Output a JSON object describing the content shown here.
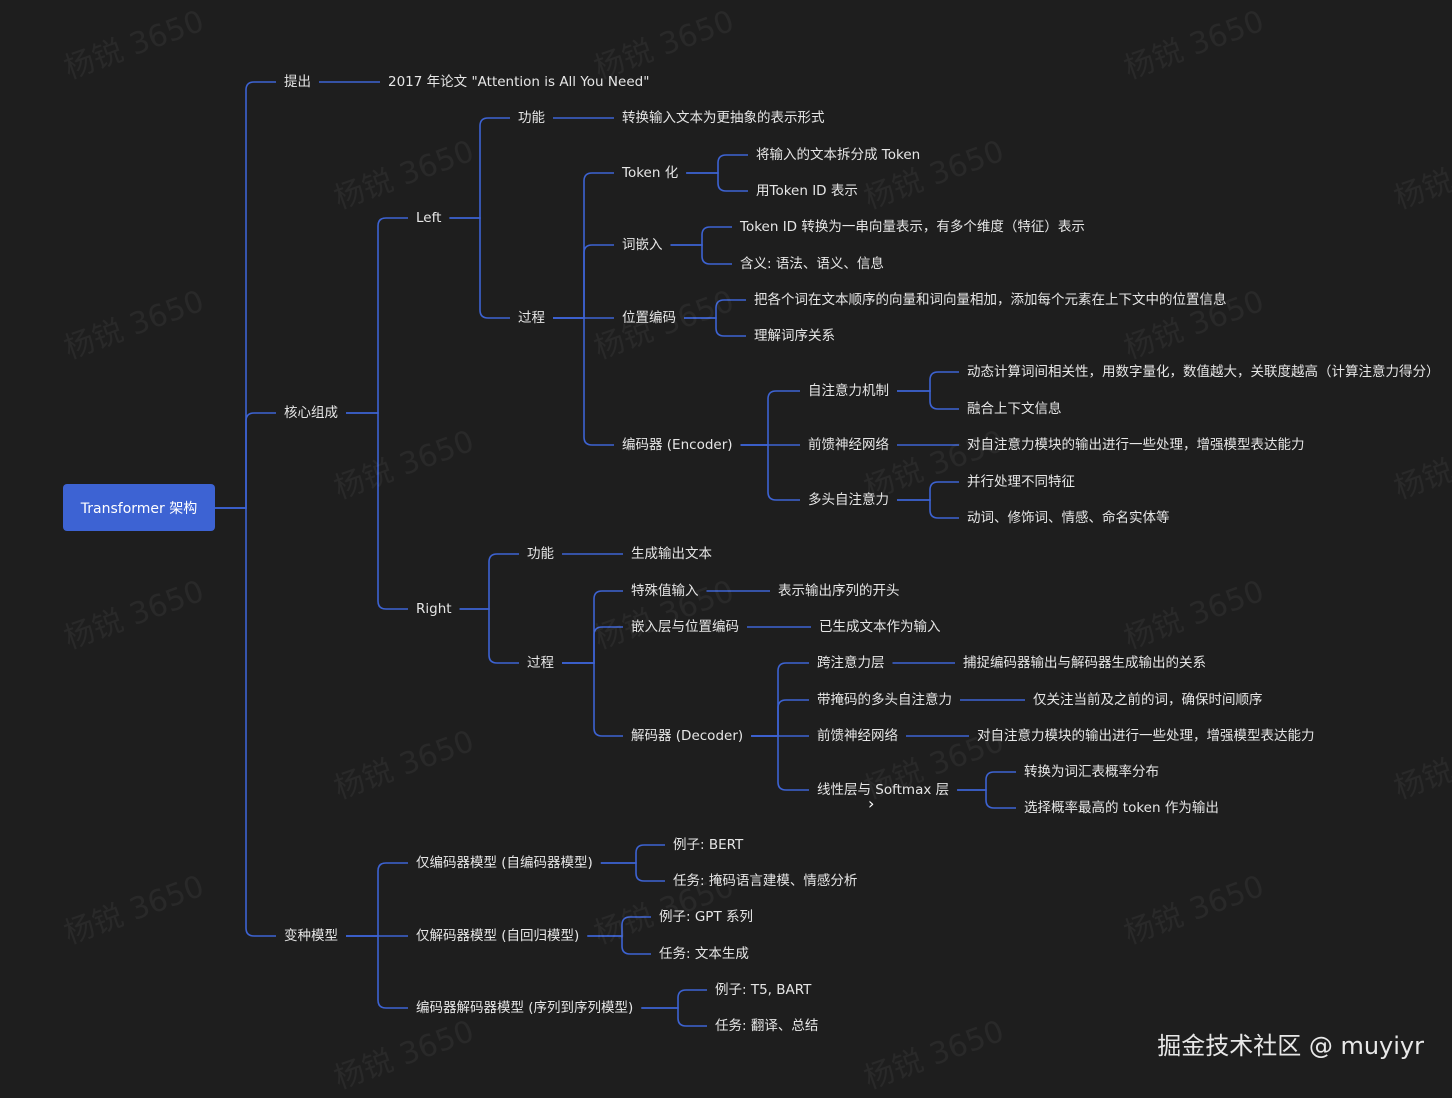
{
  "root": "Transformer 架构",
  "nodes": {
    "proposed": "提出",
    "paper": "2017 年论文 \"Attention is All You Need\"",
    "core": "核心组成",
    "left": "Left",
    "left_function": "功能",
    "left_function_desc": "转换输入文本为更抽象的表示形式",
    "left_process": "过程",
    "tokenize": "Token 化",
    "tokenize_1": "将输入的文本拆分成 Token",
    "tokenize_2": "用Token ID 表示",
    "embedding": "词嵌入",
    "embedding_1": "Token ID 转换为一串向量表示，有多个维度（特征）表示",
    "embedding_2": "含义: 语法、语义、信息",
    "posenc": "位置编码",
    "posenc_1": "把各个词在文本顺序的向量和词向量相加，添加每个元素在上下文中的位置信息",
    "posenc_2": "理解词序关系",
    "encoder": "编码器 (Encoder)",
    "self_attn": "自注意力机制",
    "self_attn_1": "动态计算词间相关性，用数字量化，数值越大，关联度越高（计算注意力得分）",
    "self_attn_2": "融合上下文信息",
    "ffn": "前馈神经网络",
    "ffn_1": "对自注意力模块的输出进行一些处理，增强模型表达能力",
    "mha": "多头自注意力",
    "mha_1": "并行处理不同特征",
    "mha_2": "动词、修饰词、情感、命名实体等",
    "right": "Right",
    "right_function": "功能",
    "right_function_desc": "生成输出文本",
    "right_process": "过程",
    "special": "特殊值输入",
    "special_1": "表示输出序列的开头",
    "embed_pos": "嵌入层与位置编码",
    "embed_pos_1": "已生成文本作为输入",
    "decoder": "解码器 (Decoder)",
    "cross_attn": "跨注意力层",
    "cross_attn_1": "捕捉编码器输出与解码器生成输出的关系",
    "masked_mha": "带掩码的多头自注意力",
    "masked_mha_1": "仅关注当前及之前的词，确保时间顺序",
    "dec_ffn": "前馈神经网络",
    "dec_ffn_1": "对自注意力模块的输出进行一些处理，增强模型表达能力",
    "linear_softmax": "线性层与 Softmax 层",
    "linear_softmax_1": "转换为词汇表概率分布",
    "linear_softmax_2": "选择概率最高的 token 作为输出",
    "variants": "变种模型",
    "enc_only": "仅编码器模型 (自编码器模型)",
    "enc_only_1": "例子: BERT",
    "enc_only_2": "任务: 掩码语言建模、情感分析",
    "dec_only": "仅解码器模型 (自回归模型)",
    "dec_only_1": "例子: GPT 系列",
    "dec_only_2": "任务: 文本生成",
    "enc_dec": "编码器解码器模型 (序列到序列模型)",
    "enc_dec_1": "例子: T5, BART",
    "enc_dec_2": "任务: 翻译、总结"
  },
  "watermark": "杨锐 3650",
  "credit": "掘金技术社区 @ muyiyr",
  "colors": {
    "line": "#3d63d3",
    "root_bg": "#3d63d3",
    "background": "#1e1e1e",
    "text": "#e6e6e6"
  }
}
